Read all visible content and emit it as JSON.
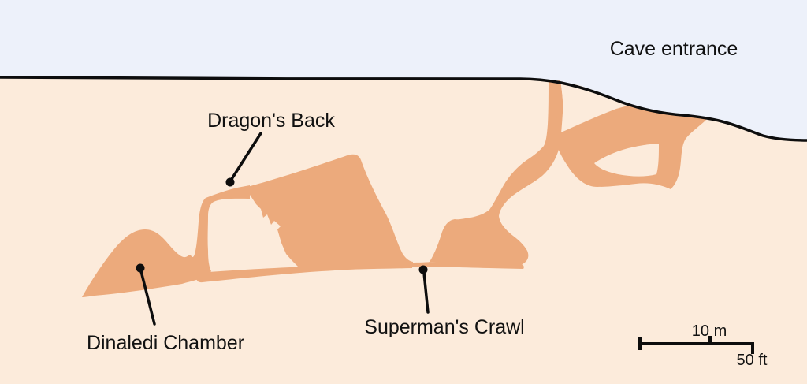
{
  "figure": {
    "labels": {
      "cave_entrance": "Cave entrance",
      "dragons_back": "Dragon's Back",
      "dinaledi_chamber": "Dinaledi Chamber",
      "supermans_crawl": "Superman's Crawl"
    },
    "scale_bar": {
      "metric_label": "10 m",
      "imperial_label": "50 ft"
    },
    "colors": {
      "sky": "#edf1fa",
      "ground": "#fcebdb",
      "cave": "#ecaa7c",
      "ink": "#0d0d0d"
    }
  }
}
